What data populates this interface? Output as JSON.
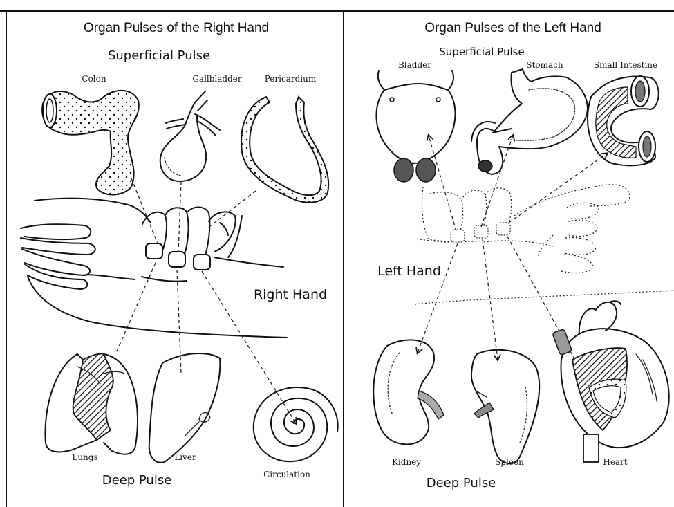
{
  "right_panel": {
    "title": "Organ Pulses of the Right Hand",
    "superficial_label": "Superficial Pulse",
    "deep_label": "Deep Pulse",
    "hand_label": "Right Hand",
    "organs": {
      "colon": "Colon",
      "gallbladder": "Gallbladder",
      "pericardium": "Pericardium",
      "lungs": "Lungs",
      "liver": "Liver",
      "circulation": "Circulation"
    }
  },
  "left_panel": {
    "title": "Organ Pulses of the Left Hand",
    "superficial_label": "Superficial Pulse",
    "deep_label": "Deep Pulse",
    "hand_label": "Left Hand",
    "organs": {
      "bladder": "Bladder",
      "stomach": "Stomach",
      "small_intestine": "Small Intestine",
      "kidney": "Kidney",
      "spleen": "Spleen",
      "heart": "Heart"
    }
  }
}
